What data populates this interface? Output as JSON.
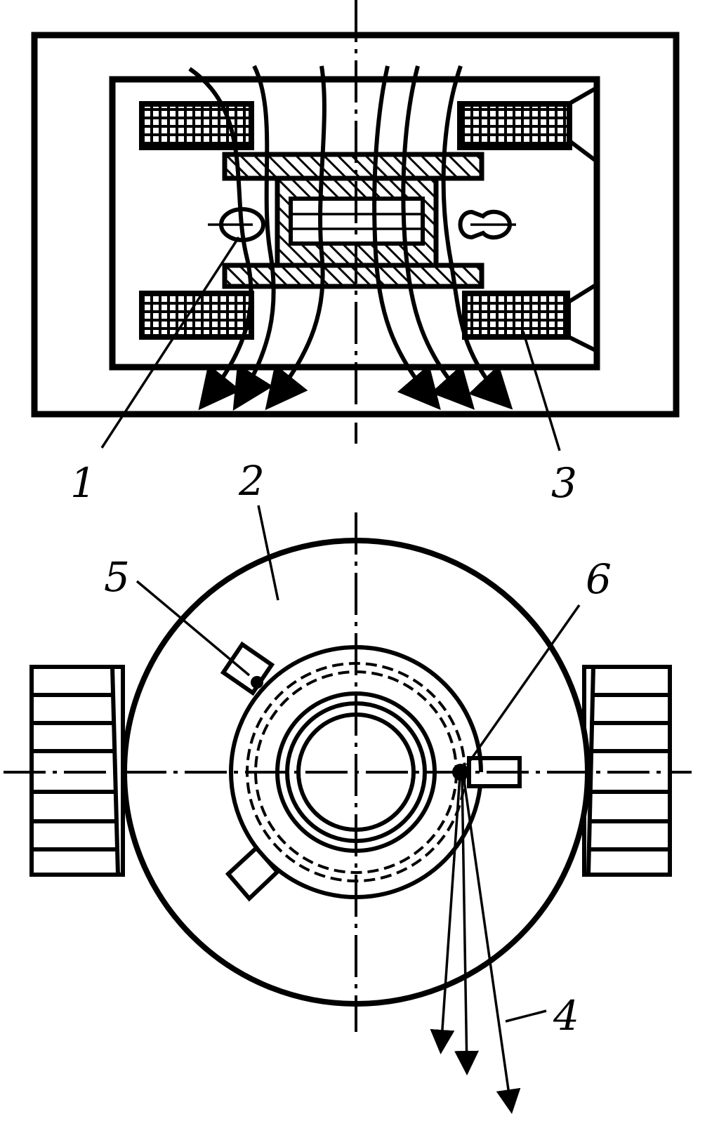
{
  "labels": {
    "l1": "1",
    "l2": "2",
    "l3": "3",
    "l4": "4",
    "l5": "5",
    "l6": "6"
  },
  "colors": {
    "ink": "#000000",
    "paper": "#ffffff"
  }
}
